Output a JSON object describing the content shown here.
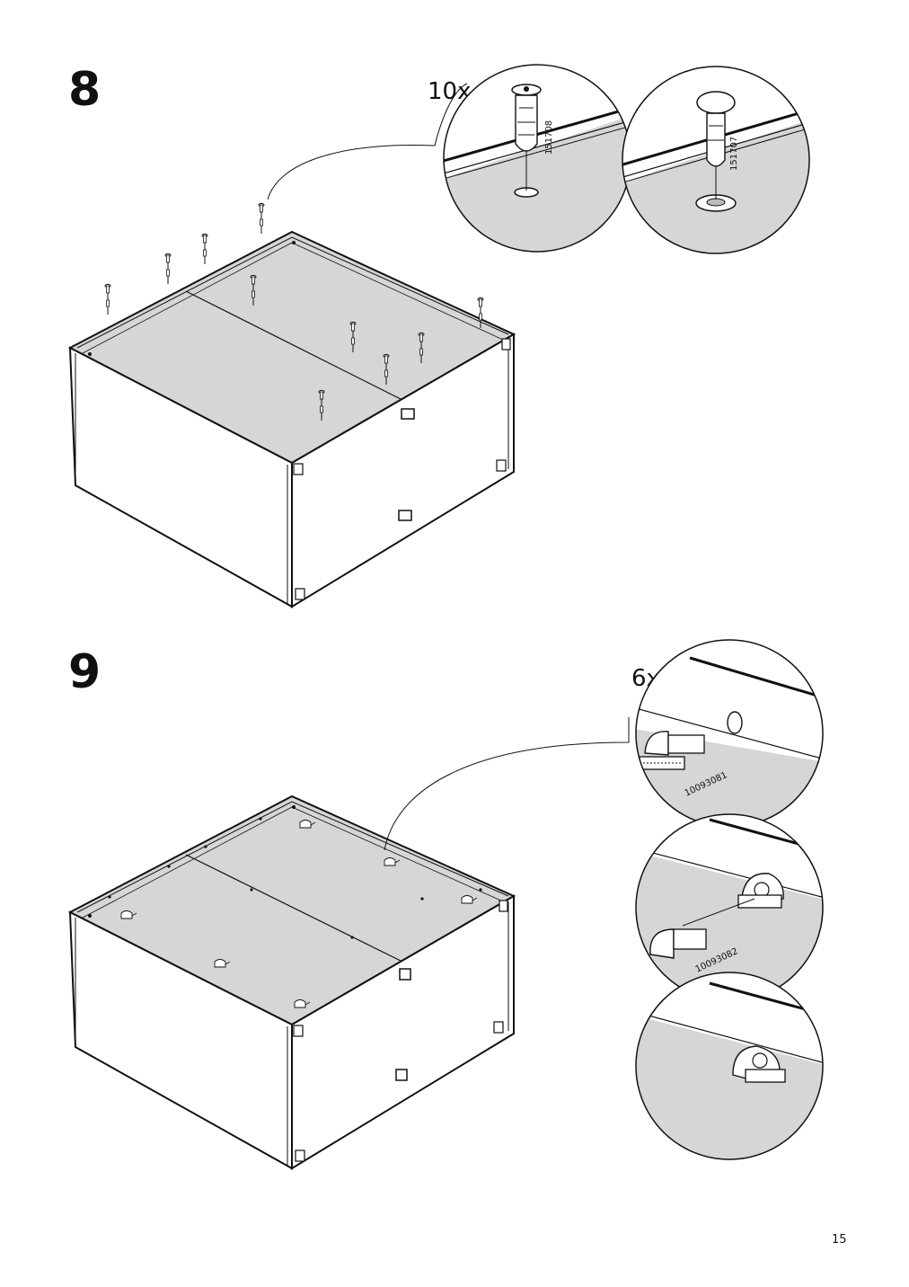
{
  "page": {
    "number": "15"
  },
  "steps": [
    {
      "number": "8",
      "quantity": "10x",
      "parts": [
        "151708",
        "151707"
      ]
    },
    {
      "number": "9",
      "quantity": "6x",
      "parts": [
        "10093081",
        "10093082"
      ]
    }
  ],
  "colors": {
    "panel_gray": "#d6d6d6",
    "line": "#111111"
  }
}
